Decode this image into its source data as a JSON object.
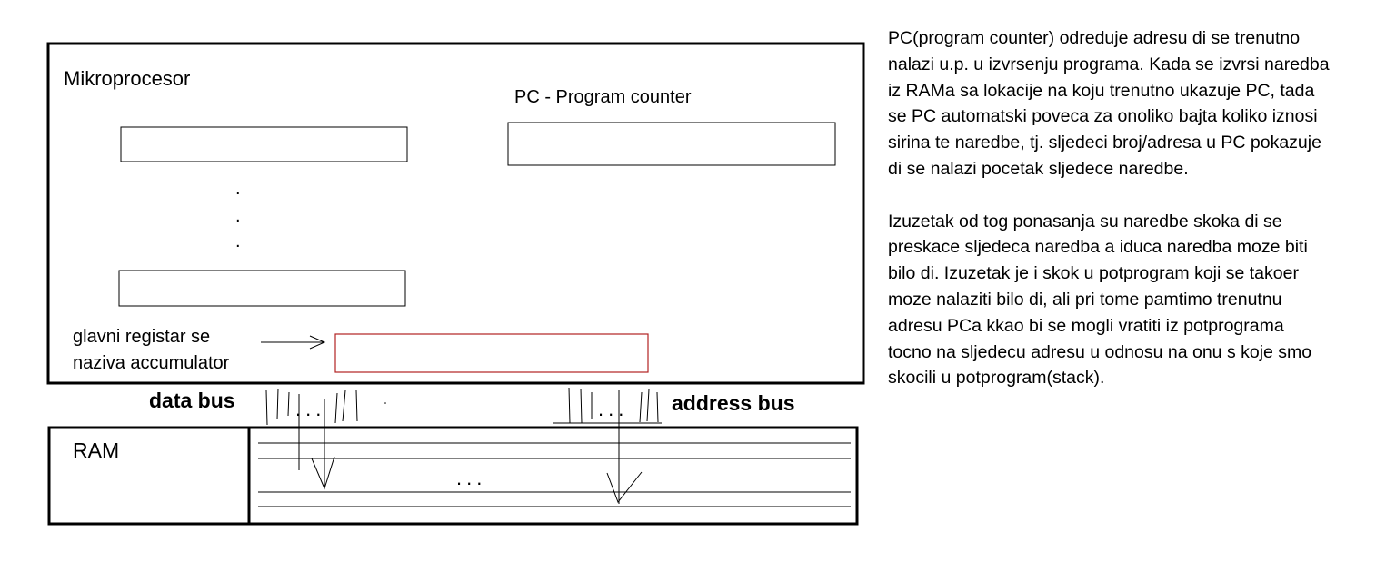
{
  "microprocessor": {
    "title": "Mikroprocesor",
    "pc_label": "PC - Program counter",
    "ellipsis": ".",
    "accumulator_label_line1": "glavni registar se",
    "accumulator_label_line2": "naziva accumulator",
    "accumulator_border_color": "#b22222"
  },
  "buses": {
    "data_bus_label": "data bus",
    "address_bus_label": "address bus",
    "bus_dots": "..."
  },
  "ram": {
    "title": "RAM",
    "dots": "..."
  },
  "explanation": {
    "paragraph1": [
      "PC(program counter) odreduje adresu di se trenutno",
      "nalazi u.p. u izvrsenju programa. Kada se izvrsi naredba",
      "iz RAMa sa lokacije na koju trenutno ukazuje PC, tada",
      "se PC automatski poveca za onoliko bajta koliko iznosi",
      "sirina te naredbe, tj. sljedeci broj/adresa u PC pokazuje",
      "di se nalazi pocetak sljedece naredbe."
    ],
    "paragraph2": [
      "Izuzetak od tog ponasanja su naredbe skoka di se",
      "preskace sljedeca naredba a iduca naredba moze biti",
      "bilo di. Izuzetak je i skok u potprogram koji se takoer",
      "moze nalaziti bilo di, ali pri tome pamtimo trenutnu",
      "adresu PCa kkao bi se mogli vratiti iz potprograma",
      "tocno na sljedecu adresu u odnosu na onu s koje smo",
      "skocili u potprogram(stack)."
    ]
  }
}
